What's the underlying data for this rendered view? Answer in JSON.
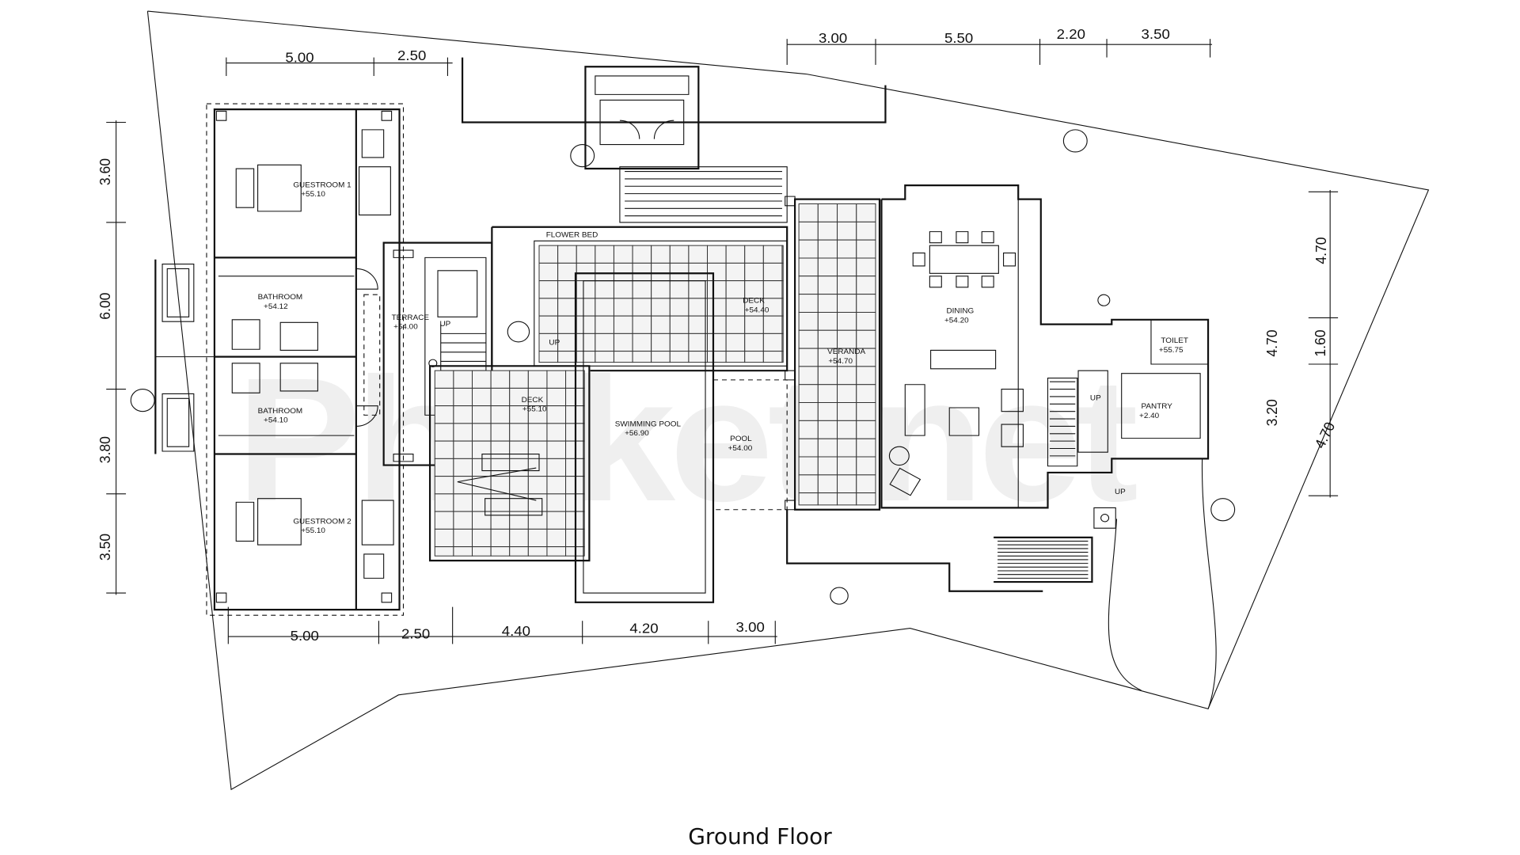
{
  "caption": "Ground Floor",
  "watermark": "Phuket.net",
  "rooms": {
    "guestroom1": {
      "name": "GUESTROOM 1",
      "level": "+55.10"
    },
    "bathroom1": {
      "name": "BATHROOM",
      "level": "+54.12"
    },
    "bathroom2": {
      "name": "BATHROOM",
      "level": "+54.10"
    },
    "guestroom2": {
      "name": "GUESTROOM 2",
      "level": "+55.10"
    },
    "terrace": {
      "name": "TERRACE",
      "level": "+54.00"
    },
    "flower_bed": {
      "name": "FLOWER BED"
    },
    "deck_top": {
      "name": "DECK",
      "level": "+54.40"
    },
    "deck_left": {
      "name": "DECK",
      "level": "+55.10"
    },
    "pool": {
      "name": "SWIMMING POOL",
      "level": "+56.90"
    },
    "pool2": {
      "name": "POOL",
      "level": "+54.00"
    },
    "veranda": {
      "name": "VERANDA",
      "level": "+54.70"
    },
    "dining": {
      "name": "DINING",
      "level": "+54.20"
    },
    "toilet": {
      "name": "TOILET",
      "level": "+55.75"
    },
    "pantry": {
      "name": "PANTRY",
      "level": "+2.40"
    }
  },
  "up_labels": [
    "UP",
    "UP",
    "UP",
    "UP"
  ],
  "dimensions": {
    "top_left": [
      "5.00",
      "2.50"
    ],
    "top_right": [
      "3.00",
      "5.50",
      "2.20",
      "3.50"
    ],
    "bottom": [
      "5.00",
      "2.50",
      "4.40",
      "4.20",
      "3.00"
    ],
    "left": [
      "3.60",
      "6.00",
      "3.80",
      "3.50"
    ],
    "right": [
      "4.70",
      "1.60",
      "3.20"
    ],
    "right_outer": [
      "4.70",
      "4.70"
    ]
  }
}
